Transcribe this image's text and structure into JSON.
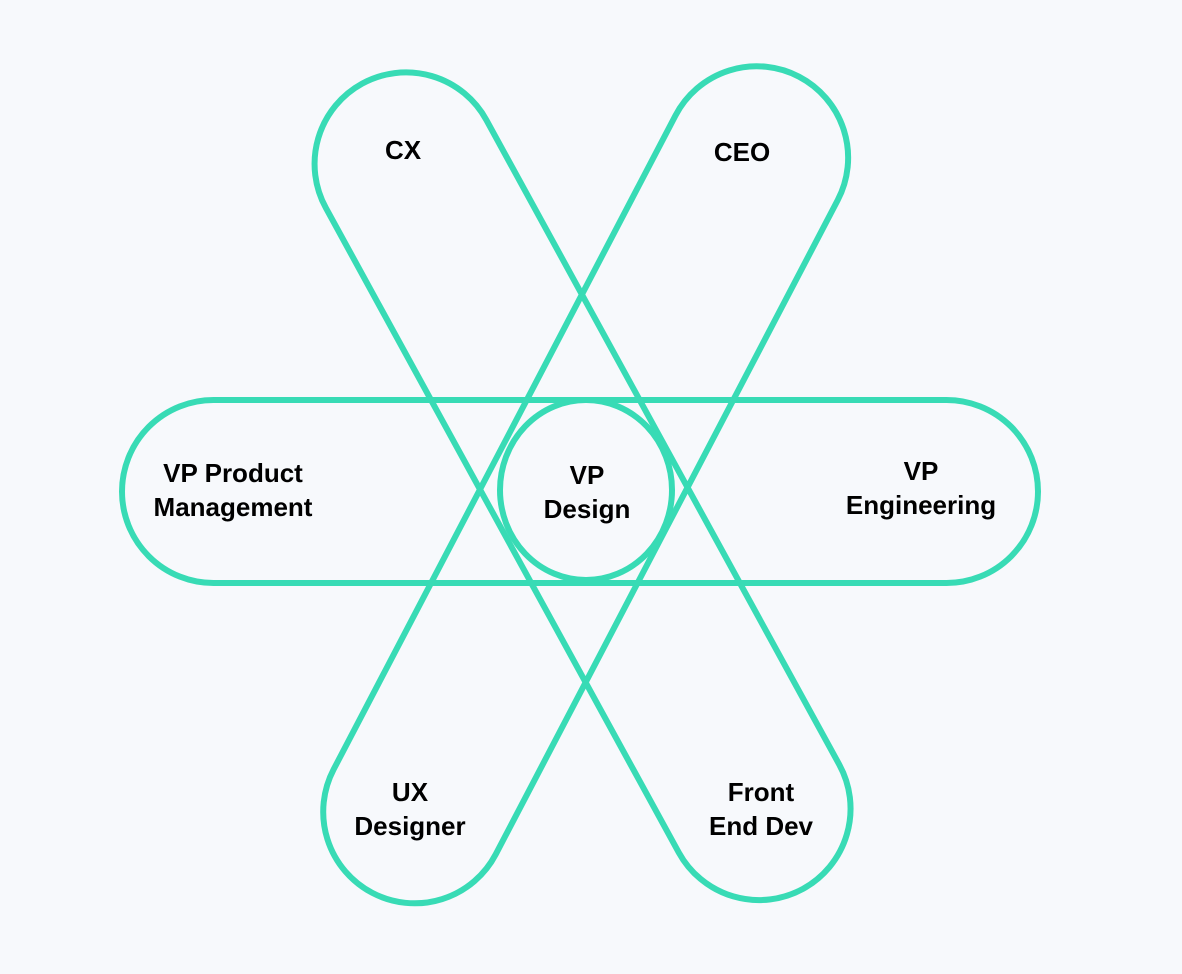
{
  "diagram": {
    "stroke_color": "#38dbb5",
    "background_color": "#f7f9fc",
    "text_color": "#000000",
    "center": {
      "lines": [
        "VP",
        "Design"
      ]
    },
    "petals": [
      {
        "id": "cx",
        "lines": [
          "CX"
        ]
      },
      {
        "id": "ceo",
        "lines": [
          "CEO"
        ]
      },
      {
        "id": "vp-product-management",
        "lines": [
          "VP Product",
          "Management"
        ]
      },
      {
        "id": "vp-engineering",
        "lines": [
          "VP",
          "Engineering"
        ]
      },
      {
        "id": "ux-designer",
        "lines": [
          "UX",
          "Designer"
        ]
      },
      {
        "id": "front-end-dev",
        "lines": [
          "Front",
          "End Dev"
        ]
      }
    ]
  }
}
